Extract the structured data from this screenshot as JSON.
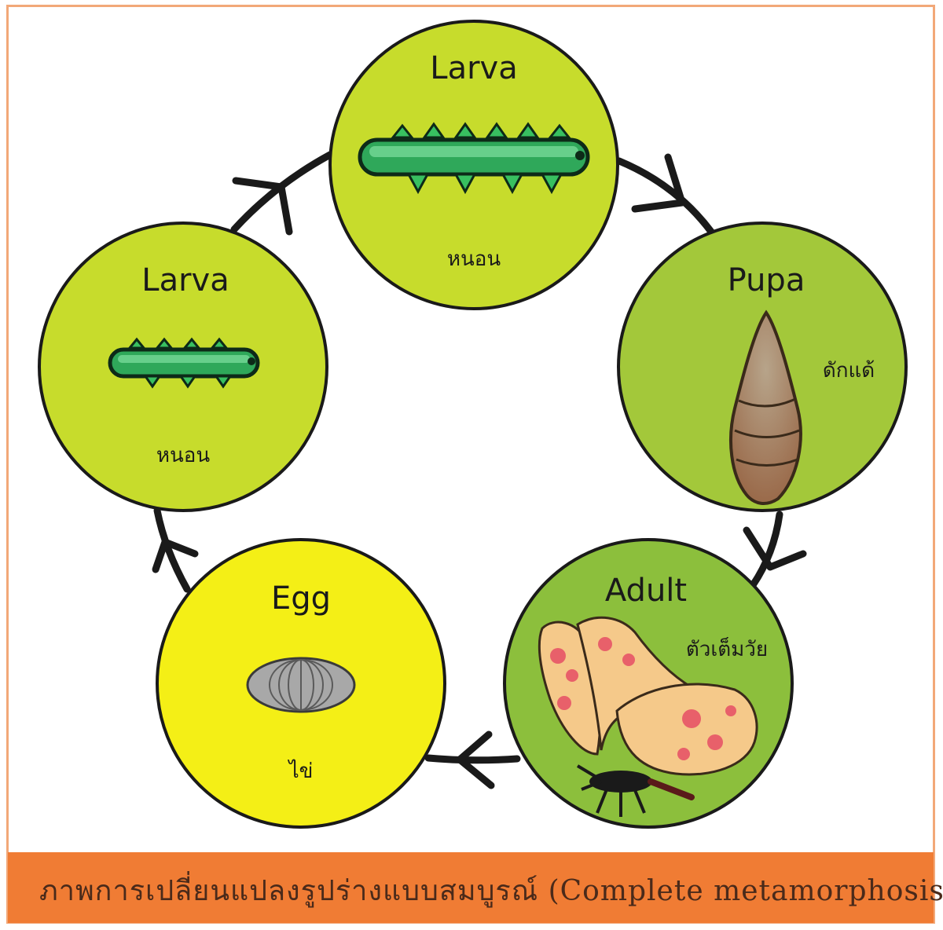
{
  "colors": {
    "larva_fill": "#c7dc2c",
    "pupa_fill": "#a3c83a",
    "adult_fill": "#8cbf3c",
    "egg_fill": "#f4ef16",
    "outline": "#1a1a1a",
    "caption_bg": "#f07c34",
    "border": "#f2a878"
  },
  "stages": {
    "larva_top": {
      "title": "Larva",
      "subtitle": "หนอน",
      "icon": "caterpillar-icon"
    },
    "pupa": {
      "title": "Pupa",
      "subtitle": "ดักแด้",
      "icon": "cocoon-icon"
    },
    "adult": {
      "title": "Adult",
      "subtitle": "ตัวเต็มวัย",
      "icon": "butterfly-icon"
    },
    "egg": {
      "title": "Egg",
      "subtitle": "ไข่",
      "icon": "egg-icon"
    },
    "larva_left": {
      "title": "Larva",
      "subtitle": "หนอน",
      "icon": "caterpillar-icon"
    }
  },
  "caption": "ภาพการเปลี่ยนแปลงรูปร่างแบบสมบูรณ์ (Complete metamorphosis)"
}
